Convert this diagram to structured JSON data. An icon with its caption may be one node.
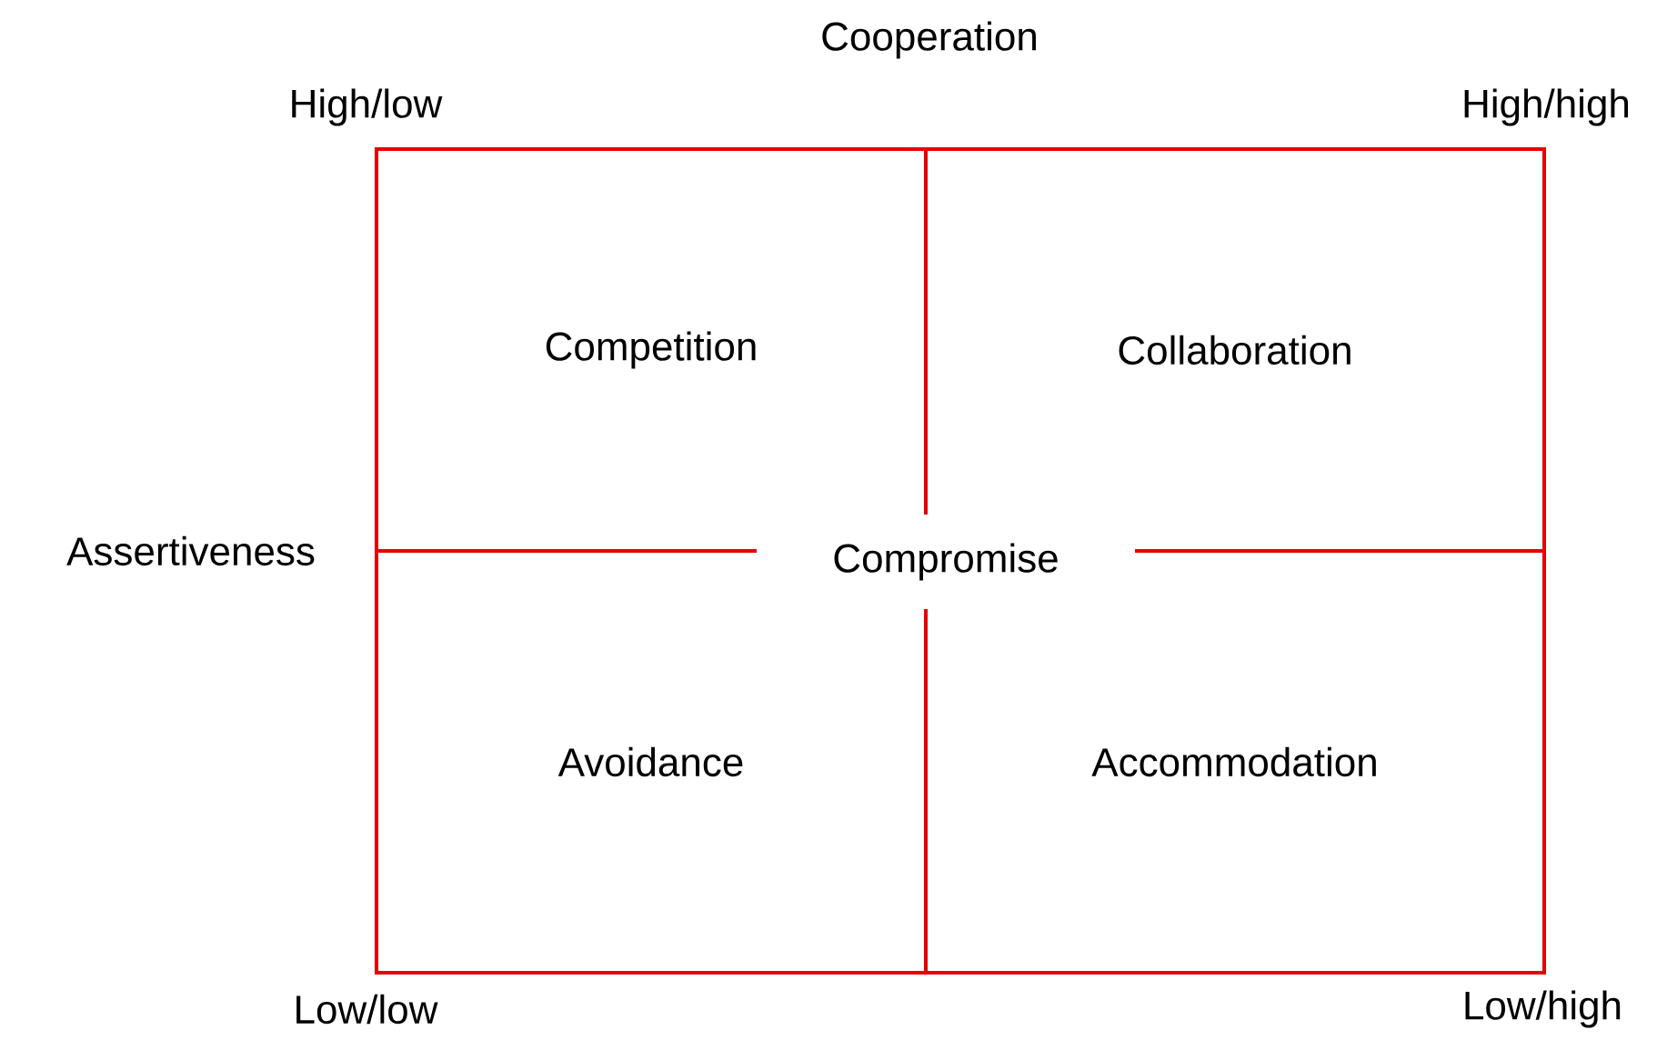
{
  "diagram": {
    "nodes": [
      {
        "text": [
          "Competition"
        ]
      },
      {
        "text": [
          "Collaboration"
        ]
      },
      {
        "text": [
          "Avoidance"
        ]
      },
      {
        "text": [
          "Accommodation"
        ]
      }
    ],
    "labels": [
      "Cooperation",
      "High/low",
      "High/high",
      "Assertiveness",
      "Compromise",
      "Low/low",
      "Low/high"
    ]
  }
}
